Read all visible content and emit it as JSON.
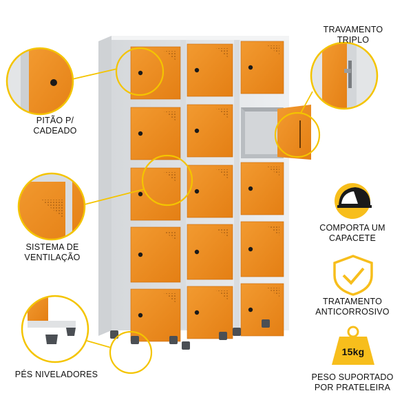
{
  "colors": {
    "orange": "#F08C1E",
    "orange_dark": "#D9760F",
    "frame": "#E4E6E8",
    "frame_dark": "#C9CCCF",
    "callout_yellow": "#F4C400",
    "badge_yellow": "#F7BE1C"
  },
  "callouts": {
    "pitao": {
      "text": "PITÃO P/\nCADEADO",
      "icon": "padlock-hasp-detail"
    },
    "ventilacao": {
      "text": "SISTEMA DE\nVENTILAÇÃO",
      "icon": "ventilation-holes-detail"
    },
    "pes": {
      "text": "PÉS NIVELADORES",
      "icon": "leveling-foot-detail"
    },
    "travamento": {
      "text": "TRAVAMENTO\nTRIPLO",
      "icon": "triple-lock-detail"
    }
  },
  "features": [
    {
      "text": "COMPORTA UM\nCAPACETE",
      "icon": "helmet-icon"
    },
    {
      "text": "TRATAMENTO\nANTICORROSIVO",
      "icon": "shield-check-icon"
    },
    {
      "text": "PESO SUPORTADO\nPOR PRATELEIRA",
      "icon": "weight-icon",
      "weight_label": "15kg"
    }
  ]
}
